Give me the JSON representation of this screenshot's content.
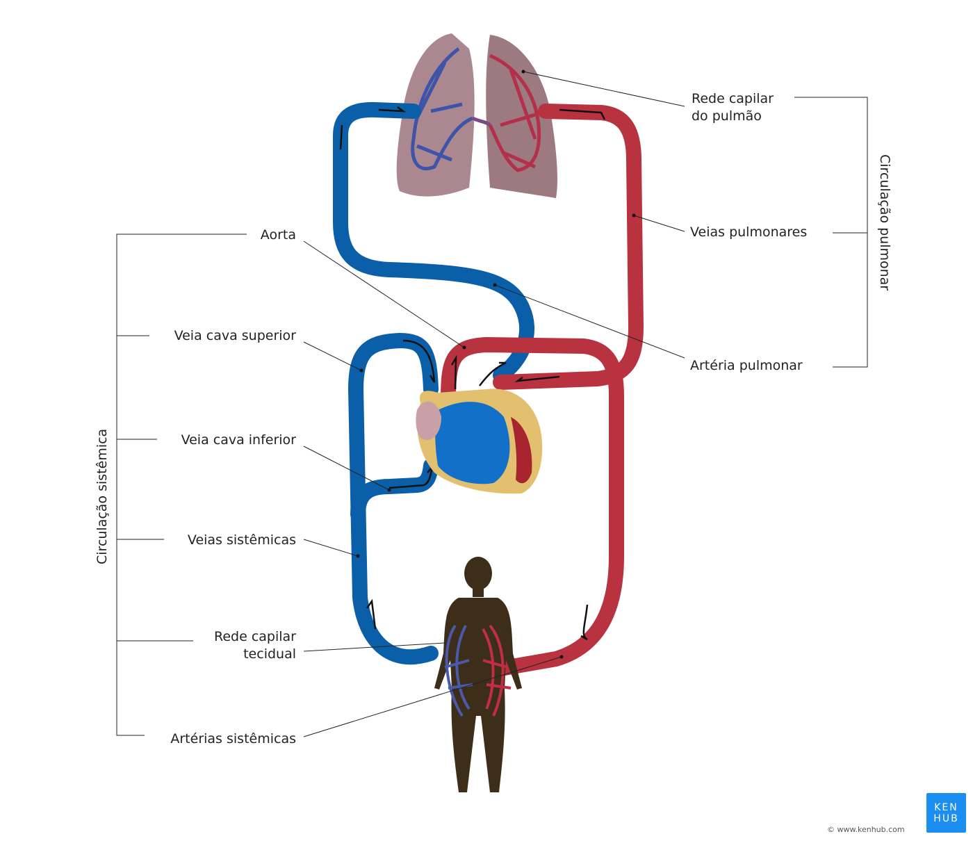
{
  "labels": {
    "lung_capillaries": [
      "Rede capilar",
      "do pulmão"
    ],
    "pulmonary_veins": "Veias pulmonares",
    "pulmonary_artery": "Artéria pulmonar",
    "aorta": "Aorta",
    "superior_vena_cava": "Veia cava superior",
    "inferior_vena_cava": "Veia cava inferior",
    "systemic_veins": "Veias sistêmicas",
    "tissue_capillaries": [
      "Rede capilar",
      "tecidual"
    ],
    "systemic_arteries": "Artérias sistêmicas"
  },
  "groups": {
    "pulmonary": "Circulação pulmonar",
    "systemic": "Circulação sistêmica"
  },
  "colors": {
    "venous": "#0a5fa8",
    "arterial": "#b8323f",
    "body": "#3d2e1a",
    "lung": "#a8848a"
  },
  "branding": {
    "logo_line1": "KEN",
    "logo_line2": "HUB",
    "copyright": "© www.kenhub.com",
    "watermark": "© www.kenhub.com"
  }
}
